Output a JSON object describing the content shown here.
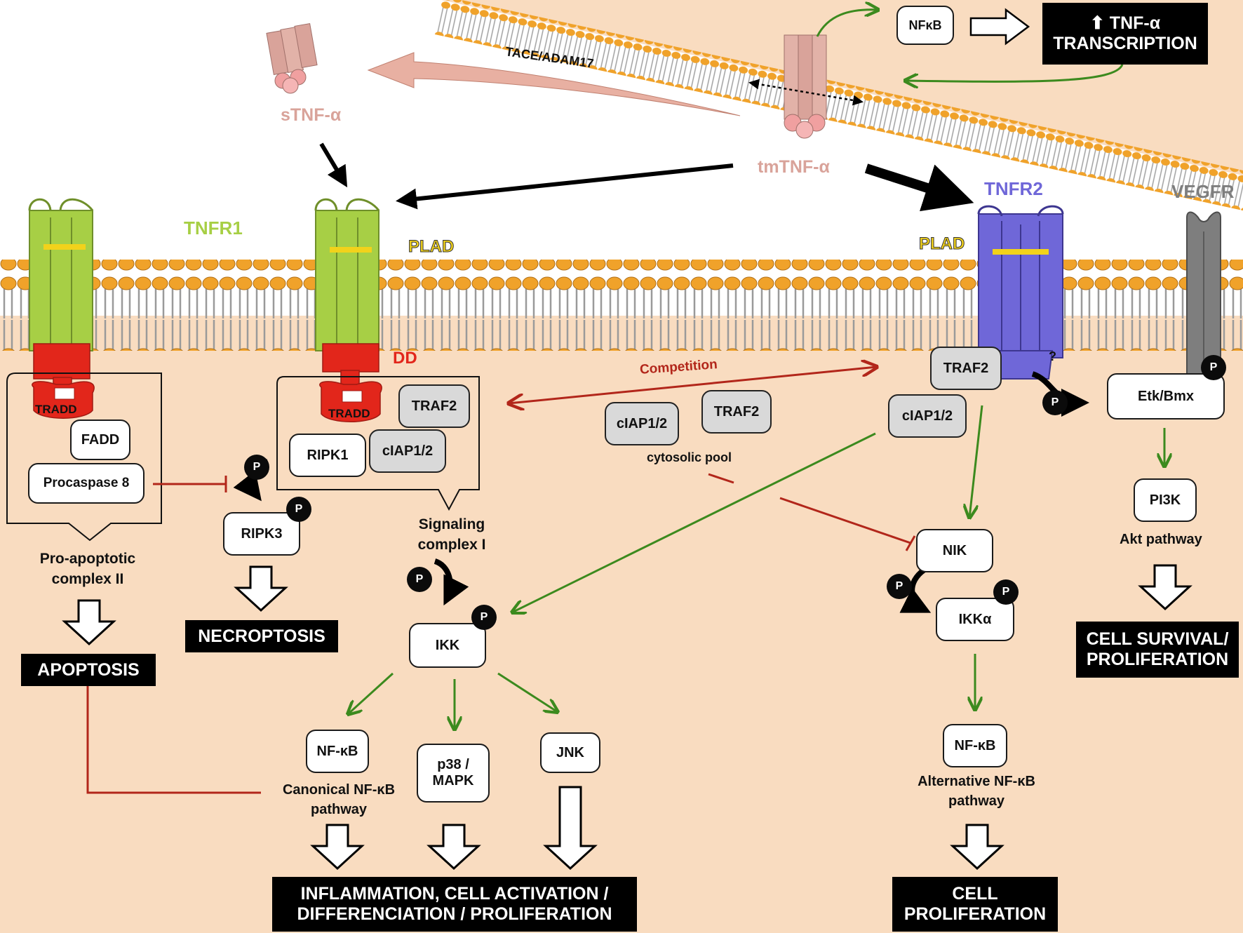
{
  "colors": {
    "cytoplasm": "#f9dcc0",
    "extracellular": "#ffffff",
    "lipid_head": "#f0a22a",
    "tnfr1": "#a7cf45",
    "tnfr2": "#6f67d8",
    "vegfr": "#7e7e7e",
    "death_domain": "#e2261b",
    "activation_arrow": "#3c8a1e",
    "inhibition": "#b2261a",
    "ligand": "#d9a39a",
    "plad_label": "#f2d21b"
  },
  "ligands": {
    "soluble": "sTNF-α",
    "transmembrane": "tmTNF-α",
    "protease": "TACE/ADAM17"
  },
  "nucleus_loop": {
    "nfkb": "NFκB",
    "transcription_line1": "⬆ TNF-α",
    "transcription_line2": "TRANSCRIPTION"
  },
  "receptors": {
    "tnfr1": "TNFR1",
    "tnfr2": "TNFR2",
    "vegfr": "VEGFR",
    "plad": "PLAD",
    "dd": "DD"
  },
  "complex_ii": {
    "tradd": "TRADD",
    "fadd": "FADD",
    "procaspase": "Procaspase 8",
    "label_line1": "Pro-apoptotic",
    "label_line2": "complex II"
  },
  "complex_i": {
    "tradd": "TRADD",
    "traf2": "TRAF2",
    "ripk1": "RIPK1",
    "ciap": "cIAP1/2",
    "label_line1": "Signaling",
    "label_line2": "complex I"
  },
  "competition": "Competition",
  "cytosolic_pool": {
    "ciap": "cIAP1/2",
    "traf2": "TRAF2",
    "label": "cytosolic pool"
  },
  "tnfr2_adaptors": {
    "traf2": "TRAF2",
    "ciap": "cIAP1/2"
  },
  "unknown_mark": "?",
  "phospho": "P",
  "nodes": {
    "ripk3": "RIPK3",
    "ikk": "IKK",
    "nfkb_canonical": "NF-κB",
    "p38_line1": "p38 /",
    "p38_line2": "MAPK",
    "jnk": "JNK",
    "nik": "NIK",
    "ikka": "IKKα",
    "nfkb_alt": "NF-κB",
    "etk": "Etk/Bmx",
    "pi3k": "PI3K"
  },
  "pathway_labels": {
    "canonical_line1": "Canonical NF-κB",
    "canonical_line2": "pathway",
    "alternative_line1": "Alternative NF-κB",
    "alternative_line2": "pathway",
    "akt": "Akt  pathway"
  },
  "outcomes": {
    "apoptosis": "APOPTOSIS",
    "necroptosis": "NECROPTOSIS",
    "inflammation_line1": "INFLAMMATION, CELL ACTIVATION /",
    "inflammation_line2": "DIFFERENCIATION / PROLIFERATION",
    "cell_prolif_line1": "CELL",
    "cell_prolif_line2": "PROLIFERATION",
    "survival_line1": "CELL SURVIVAL/",
    "survival_line2": "PROLIFERATION"
  }
}
